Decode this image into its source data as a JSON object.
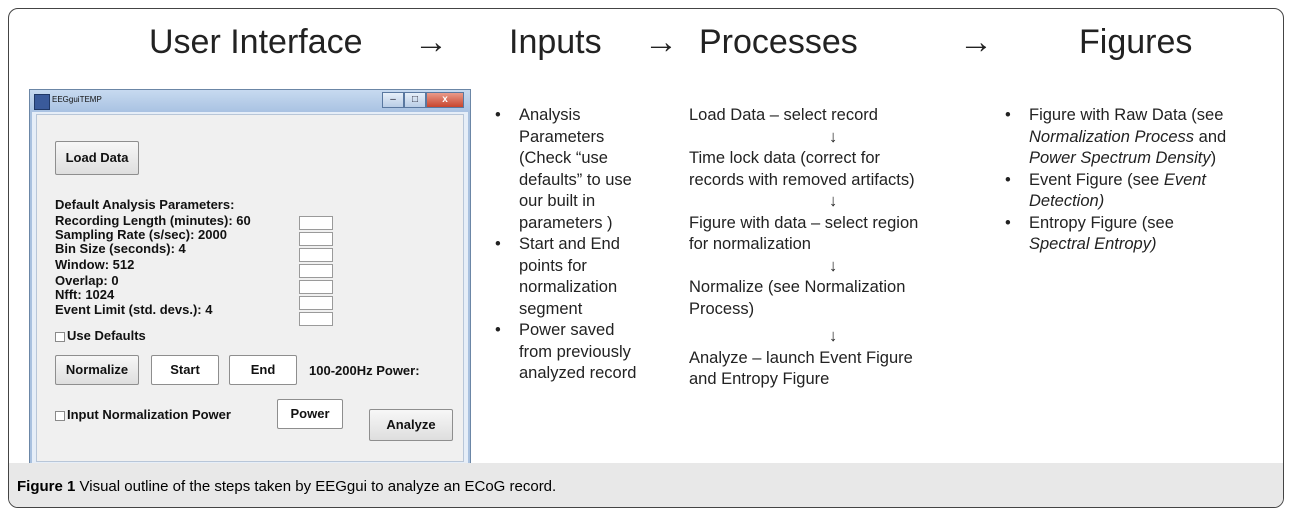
{
  "headers": {
    "user_interface": "User Interface",
    "inputs": "Inputs",
    "processes": "Processes",
    "figures": "Figures",
    "arrow": "→"
  },
  "gui": {
    "window_title": "EEGguiTEMP",
    "load_button": "Load Data",
    "params_heading": "Default Analysis Parameters:",
    "params": [
      "Recording Length (minutes): 60",
      "Sampling Rate (s/sec): 2000",
      "Bin Size (seconds): 4",
      "Window: 512",
      "Overlap: 0",
      "Nfft: 1024",
      "Event Limit (std. devs.): 4"
    ],
    "use_defaults": "Use Defaults",
    "normalize_button": "Normalize",
    "start_button": "Start",
    "end_button": "End",
    "power_label": "100-200Hz Power:",
    "input_norm_power": "Input Normalization Power",
    "power_button": "Power",
    "analyze_button": "Analyze"
  },
  "inputs": {
    "items": [
      [
        "Analysis",
        "Parameters",
        "(Check “use",
        "defaults” to use",
        "our built in",
        "parameters )"
      ],
      [
        "Start and End",
        "points for",
        "normalization",
        "segment"
      ],
      [
        "Power saved",
        "from previously",
        "analyzed record"
      ]
    ]
  },
  "processes": {
    "step1": "Load Data – select record",
    "step2a": "Time lock data  (correct for",
    "step2b": "records with removed artifacts)",
    "step3a": "Figure with data – select region",
    "step3b": "for normalization",
    "step4a": "Normalize (see Normalization",
    "step4b": "Process)",
    "step5a": "Analyze – launch Event Figure",
    "step5b": "and Entropy Figure",
    "down_arrow": "↓"
  },
  "figures": {
    "f1_a": "Figure with Raw Data (see",
    "f1_b_italic": "Normalization Process",
    "f1_b_rest": " and",
    "f1_c_italic": "Power Spectrum Density",
    "f1_c_rest": ")",
    "f2_a": "Event Figure  (see ",
    "f2_a_italic": "Event",
    "f2_b_italic": "Detection)",
    "f3_a": "Entropy Figure (see",
    "f3_b_italic": "Spectral Entropy)"
  },
  "caption": {
    "label": "Figure 1",
    "text": " Visual outline of the steps taken by EEGgui to analyze an ECoG record."
  }
}
